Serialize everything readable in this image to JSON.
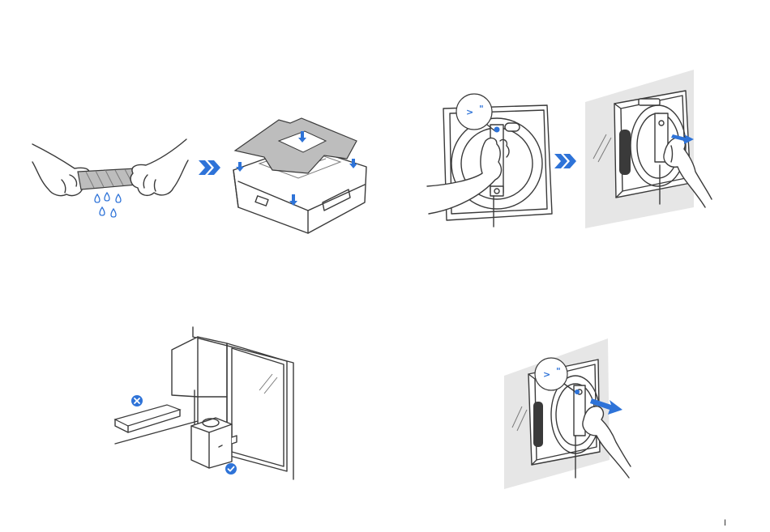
{
  "page": {
    "number": "I"
  },
  "figures": [
    {
      "id": "wring-cloth",
      "icon": "hands-wringing-cloth-icon"
    },
    {
      "id": "attach-pad",
      "icon": "cleaning-pad-attach-icon"
    },
    {
      "id": "place-robot-on-window",
      "icon": "place-robot-icon"
    },
    {
      "id": "robot-on-glass",
      "icon": "robot-attached-icon"
    },
    {
      "id": "safety-rope-placement",
      "icon": "power-supply-placement-icon"
    },
    {
      "id": "remove-robot",
      "icon": "remove-robot-icon"
    }
  ],
  "callouts": {
    "mark_left": ">",
    "mark_right": "\""
  },
  "colors": {
    "accent": "#2e73d8",
    "wall": "#e6e6e6",
    "pad": "#bdbdbd",
    "line": "#3a3a3a"
  },
  "status_icons": {
    "wrong": "cross-circle-icon",
    "right": "check-circle-icon"
  }
}
